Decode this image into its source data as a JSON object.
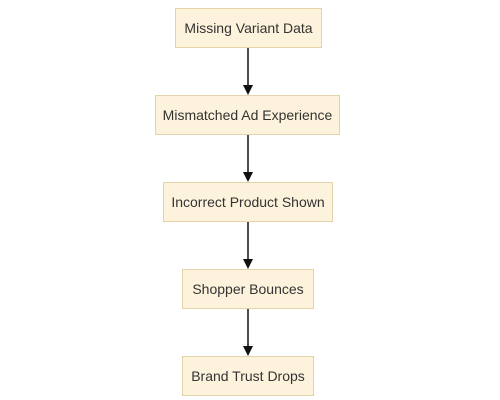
{
  "diagram": {
    "nodes": [
      {
        "id": "n0",
        "label": "Missing Variant Data"
      },
      {
        "id": "n1",
        "label": "Mismatched Ad Experience"
      },
      {
        "id": "n2",
        "label": "Incorrect Product Shown"
      },
      {
        "id": "n3",
        "label": "Shopper Bounces"
      },
      {
        "id": "n4",
        "label": "Brand Trust Drops"
      }
    ],
    "edges": [
      {
        "from": "n0",
        "to": "n1"
      },
      {
        "from": "n1",
        "to": "n2"
      },
      {
        "from": "n2",
        "to": "n3"
      },
      {
        "from": "n3",
        "to": "n4"
      }
    ],
    "colors": {
      "node_fill": "#fdf3dc",
      "node_border": "#e4d2a8",
      "text": "#333333",
      "edge": "#111111"
    }
  }
}
